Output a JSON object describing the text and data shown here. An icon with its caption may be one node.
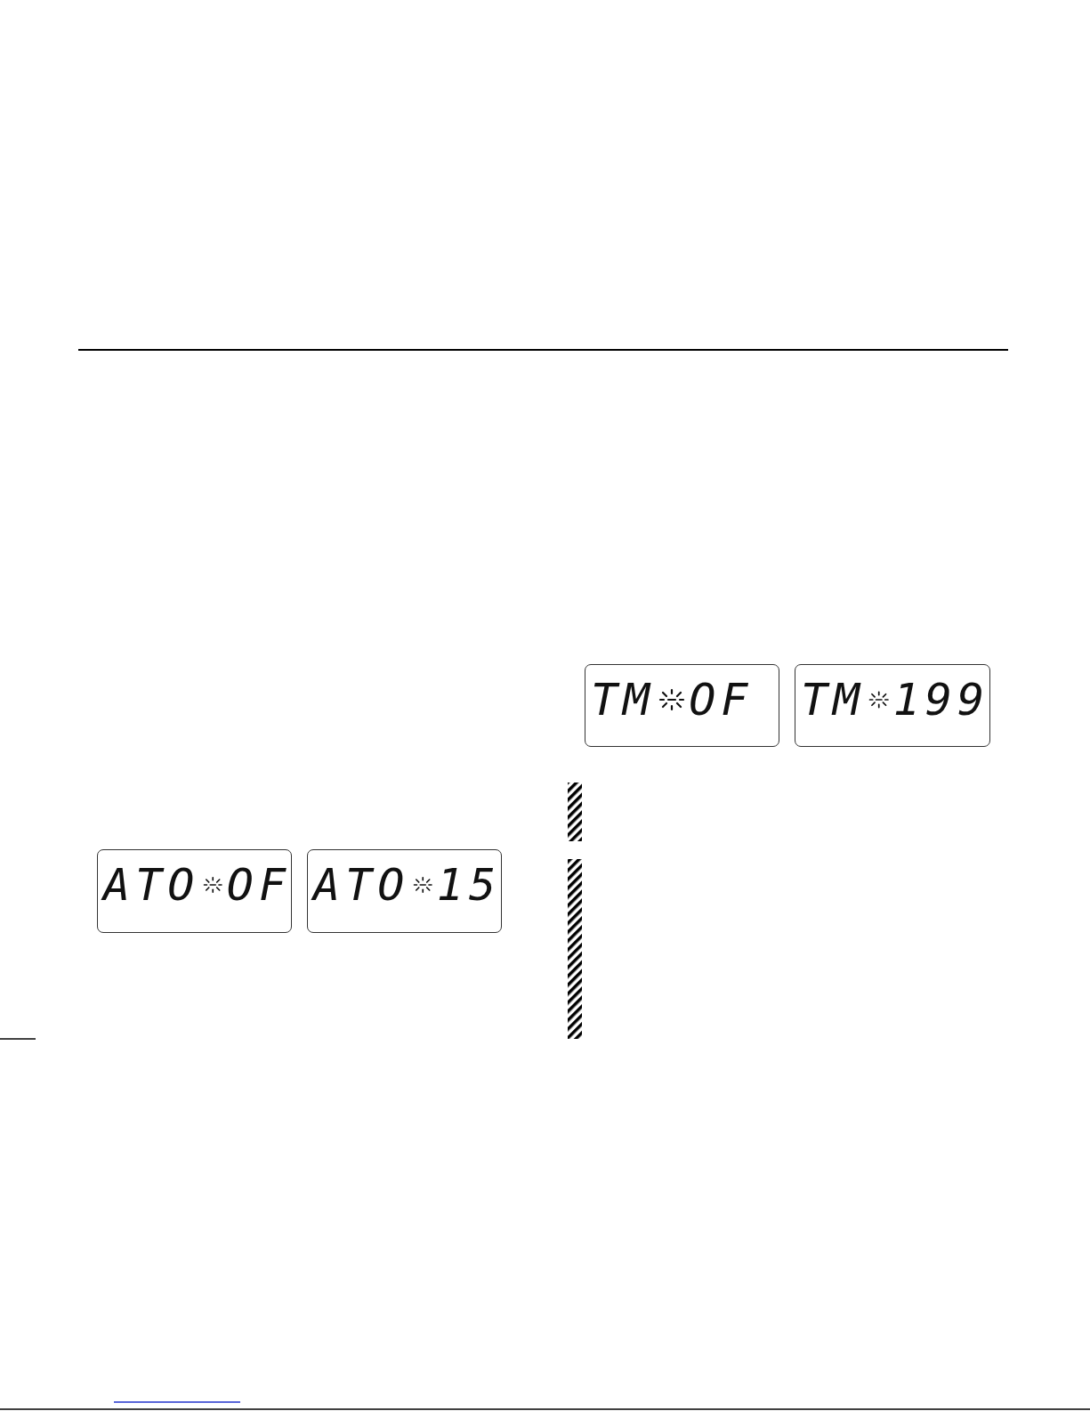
{
  "diagram": {
    "nodes": [
      {
        "text": [
          "TM",
          "OF"
        ]
      },
      {
        "text": [
          "TM",
          "199"
        ]
      },
      {
        "text": [
          "ATO",
          "OF"
        ]
      },
      {
        "text": [
          "ATO",
          "15"
        ]
      },
      {
        "text": [],
        "shape": "bar"
      },
      {
        "text": [],
        "shape": "bar"
      }
    ]
  }
}
